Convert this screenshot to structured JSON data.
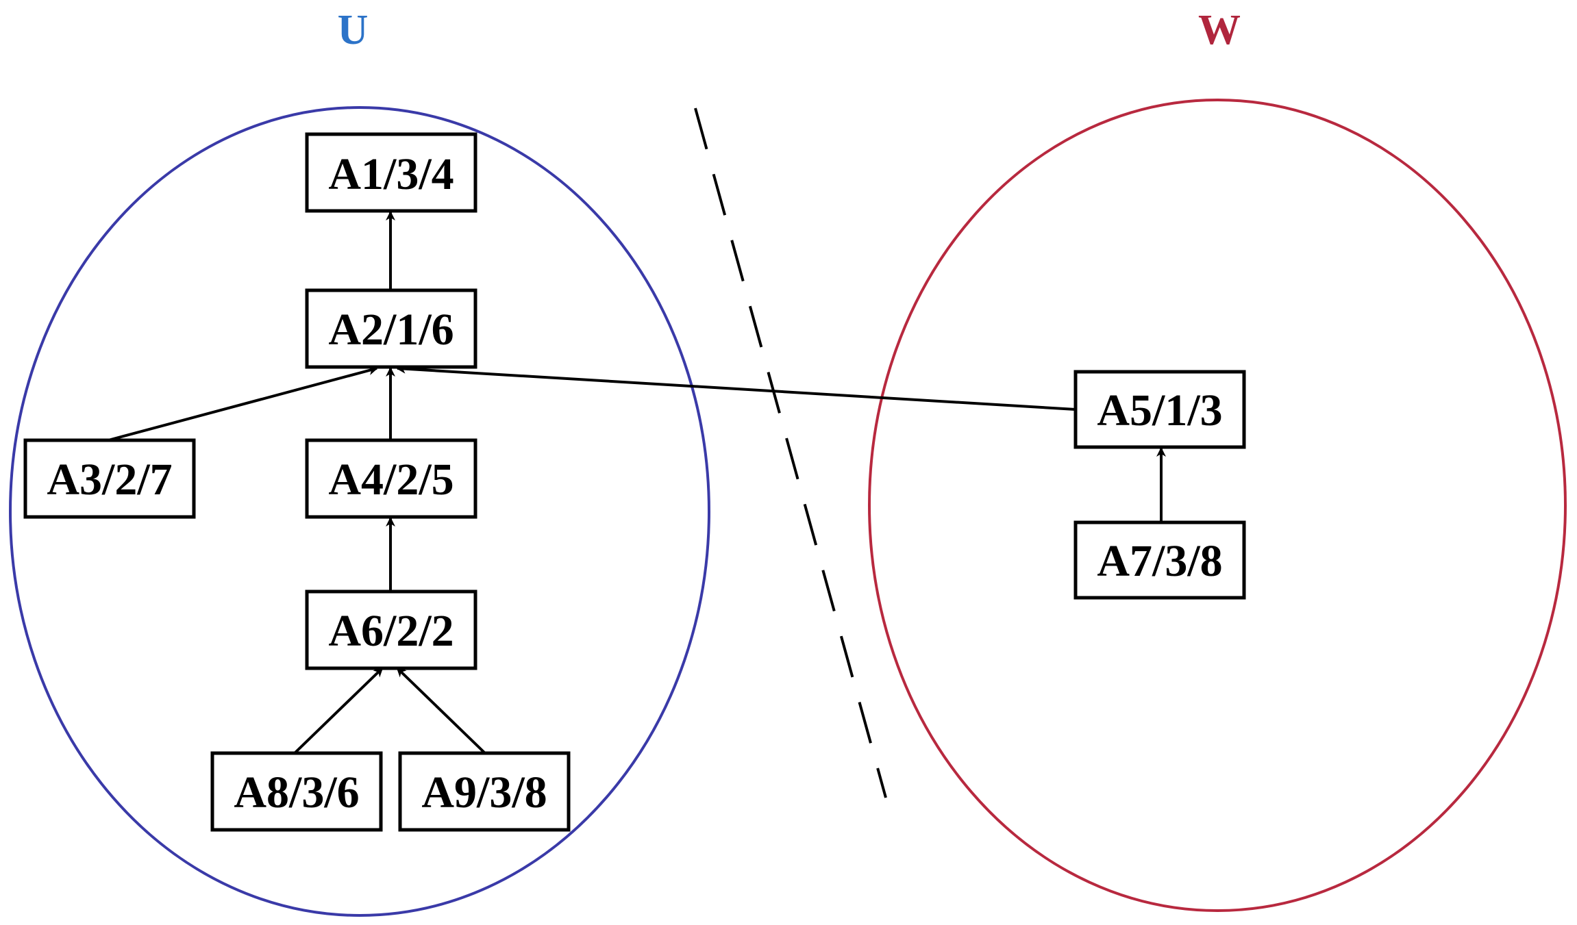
{
  "sets": [
    {
      "id": "U",
      "label": "U",
      "color": "#2c73c8",
      "outline_color": "#3a3aa8"
    },
    {
      "id": "W",
      "label": "W",
      "color": "#b0263d",
      "outline_color": "#b8293f"
    }
  ],
  "nodes": [
    {
      "id": "A1",
      "label": "A1/3/4",
      "set": "U"
    },
    {
      "id": "A2",
      "label": "A2/1/6",
      "set": "U"
    },
    {
      "id": "A3",
      "label": "A3/2/7",
      "set": "U"
    },
    {
      "id": "A4",
      "label": "A4/2/5",
      "set": "U"
    },
    {
      "id": "A6",
      "label": "A6/2/2",
      "set": "U"
    },
    {
      "id": "A8",
      "label": "A8/3/6",
      "set": "U"
    },
    {
      "id": "A9",
      "label": "A9/3/8",
      "set": "U"
    },
    {
      "id": "A5",
      "label": "A5/1/3",
      "set": "W"
    },
    {
      "id": "A7",
      "label": "A7/3/8",
      "set": "W"
    }
  ],
  "edges": [
    {
      "from": "A2",
      "to": "A1"
    },
    {
      "from": "A3",
      "to": "A2"
    },
    {
      "from": "A4",
      "to": "A2"
    },
    {
      "from": "A5",
      "to": "A2"
    },
    {
      "from": "A6",
      "to": "A4"
    },
    {
      "from": "A8",
      "to": "A6"
    },
    {
      "from": "A9",
      "to": "A6"
    },
    {
      "from": "A7",
      "to": "A5"
    }
  ],
  "separator": {
    "style": "dashed",
    "color": "#000000"
  }
}
